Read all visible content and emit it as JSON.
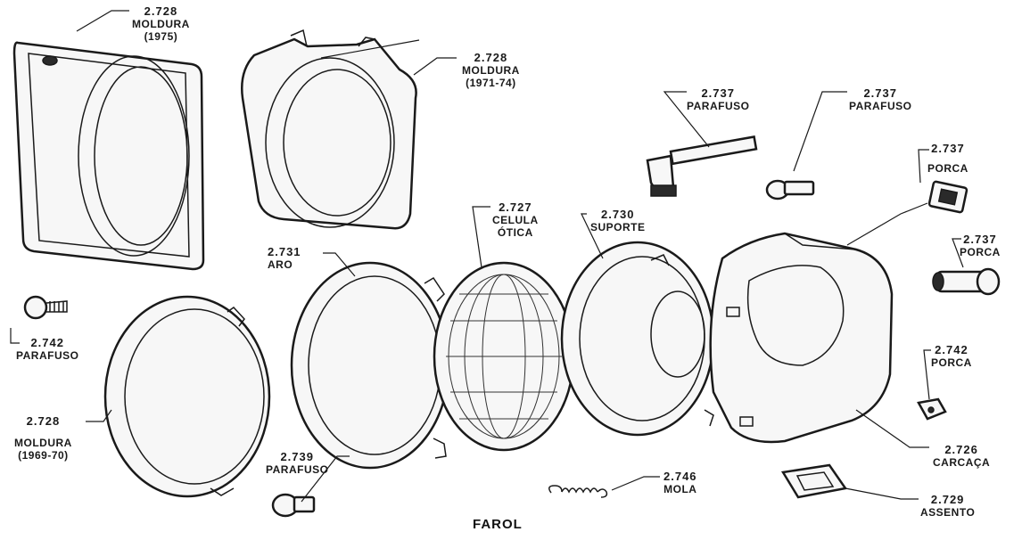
{
  "title": "FAROL",
  "parts": {
    "moldura_1975": {
      "code": "2.728",
      "name": "MOLDURA",
      "note": "(1975)"
    },
    "moldura_1971": {
      "code": "2.728",
      "name": "MOLDURA",
      "note": "(1971-74)"
    },
    "moldura_1969": {
      "code": "2.728",
      "name": "MOLDURA",
      "note": "(1969-70)"
    },
    "parafuso_742": {
      "code": "2.742",
      "name": "PARAFUSO"
    },
    "aro": {
      "code": "2.731",
      "name": "ARO"
    },
    "celula": {
      "code": "2.727",
      "name": "CELULA",
      "note": "ÓTICA"
    },
    "suporte": {
      "code": "2.730",
      "name": "SUPORTE"
    },
    "parafuso_737a": {
      "code": "2.737",
      "name": "PARAFUSO"
    },
    "parafuso_737b": {
      "code": "2.737",
      "name": "PARAFUSO"
    },
    "porca_737a": {
      "code": "2.737",
      "name": "PORCA"
    },
    "porca_737b": {
      "code": "2.737",
      "name": "PORCA"
    },
    "porca_742": {
      "code": "2.742",
      "name": "PORCA"
    },
    "carcaca": {
      "code": "2.726",
      "name": "CARCAÇA"
    },
    "assento": {
      "code": "2.729",
      "name": "ASSENTO"
    },
    "parafuso_739": {
      "code": "2.739",
      "name": "PARAFUSO"
    },
    "mola": {
      "code": "2.746",
      "name": "MOLA"
    }
  }
}
